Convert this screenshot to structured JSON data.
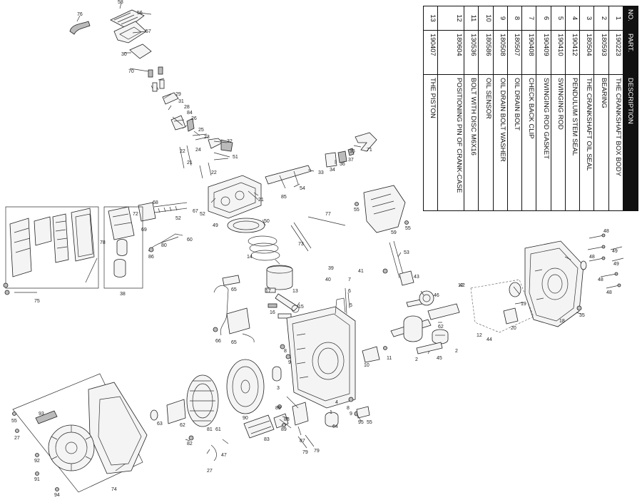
{
  "table": {
    "headers": [
      "NO.",
      "PART.",
      "DESCRIPTION"
    ],
    "rows": [
      {
        "no": "1",
        "part": "190223",
        "desc": "THE CRANKSHAFT BOX BODY"
      },
      {
        "no": "2",
        "part": "180593",
        "desc": "BEARING"
      },
      {
        "no": "3",
        "part": "180504",
        "desc": "THE CRANKSHAFT OIL SEAL"
      },
      {
        "no": "4",
        "part": "190412",
        "desc": "PENDULUM STEM SEAL"
      },
      {
        "no": "5",
        "part": "190410",
        "desc": "SWINGING ROD"
      },
      {
        "no": "6",
        "part": "190409",
        "desc": "SWINGING ROD GASKET"
      },
      {
        "no": "7",
        "part": "190408",
        "desc": "CHECK BACK CLIP"
      },
      {
        "no": "8",
        "part": "180507",
        "desc": "OIL DRAIN BOLT"
      },
      {
        "no": "9",
        "part": "180508",
        "desc": "OIL DRAIN BOLT WASHER"
      },
      {
        "no": "10",
        "part": "180586",
        "desc": "OIL SENSOR"
      },
      {
        "no": "11",
        "part": "130536",
        "desc": "BOLT WITH DISC M6X16"
      },
      {
        "no": "12",
        "part": "180604",
        "desc": "POSITIONING PIN OF CRANK-CASE"
      },
      {
        "no": "13",
        "part": "190407",
        "desc": "THE PISTON"
      }
    ]
  },
  "callouts": {
    "c1": "1",
    "c2": "2",
    "c2b": "2",
    "c3": "3",
    "c4": "4",
    "c5": "5",
    "c6": "6",
    "c7": "7",
    "c8": "8",
    "c9": "9",
    "c10": "10",
    "c11": "11",
    "c12": "12",
    "c12b": "12",
    "c13": "13",
    "c14": "14",
    "c15": "15",
    "c16": "16",
    "c17": "17",
    "c18": "18",
    "c19": "19",
    "c20": "20",
    "c21": "21",
    "c21b": "21",
    "c22": "22",
    "c22b": "22",
    "c23": "23",
    "c24": "24",
    "c25": "25",
    "c26": "26",
    "c27": "27",
    "c27b": "27",
    "c28": "28",
    "c29": "29",
    "c30": "30",
    "c31": "31",
    "c32": "32",
    "c33": "33",
    "c34": "34",
    "c35": "35",
    "c36": "36",
    "c37": "37",
    "c38": "38",
    "c39": "39",
    "c40": "40",
    "c41": "41",
    "c42": "42",
    "c43": "43",
    "c44": "44",
    "c45": "45",
    "c46": "46",
    "c47": "47",
    "c48": "48",
    "c48b": "48",
    "c48c": "48",
    "c48d": "48",
    "c49": "49",
    "c49b": "49",
    "c50": "50",
    "c51": "51",
    "c52": "52",
    "c52b": "52",
    "c53": "53",
    "c54": "54",
    "c55": "55",
    "c55b": "55",
    "c55c": "55",
    "c55d": "55",
    "c56": "56",
    "c57": "57",
    "c58": "58",
    "c59": "59",
    "c60": "60",
    "c61": "61",
    "c62": "62",
    "c63": "63",
    "c64": "64",
    "c65": "65",
    "c66": "66",
    "c67": "67",
    "c68": "68",
    "c69": "69",
    "c70": "70",
    "c71": "71",
    "c72": "72",
    "c73": "73",
    "c74": "74",
    "c75": "75",
    "c76": "76",
    "c77": "77",
    "c78": "78",
    "c79": "79",
    "c80": "80",
    "c81": "81",
    "c82": "82",
    "c83": "83",
    "c84": "84",
    "c85": "85",
    "c86": "86",
    "c87": "87",
    "c88": "88",
    "c89": "89",
    "c89b": "89",
    "c90": "90",
    "c91": "91",
    "c92": "92",
    "c93": "93",
    "c94": "94",
    "c95": "95"
  }
}
